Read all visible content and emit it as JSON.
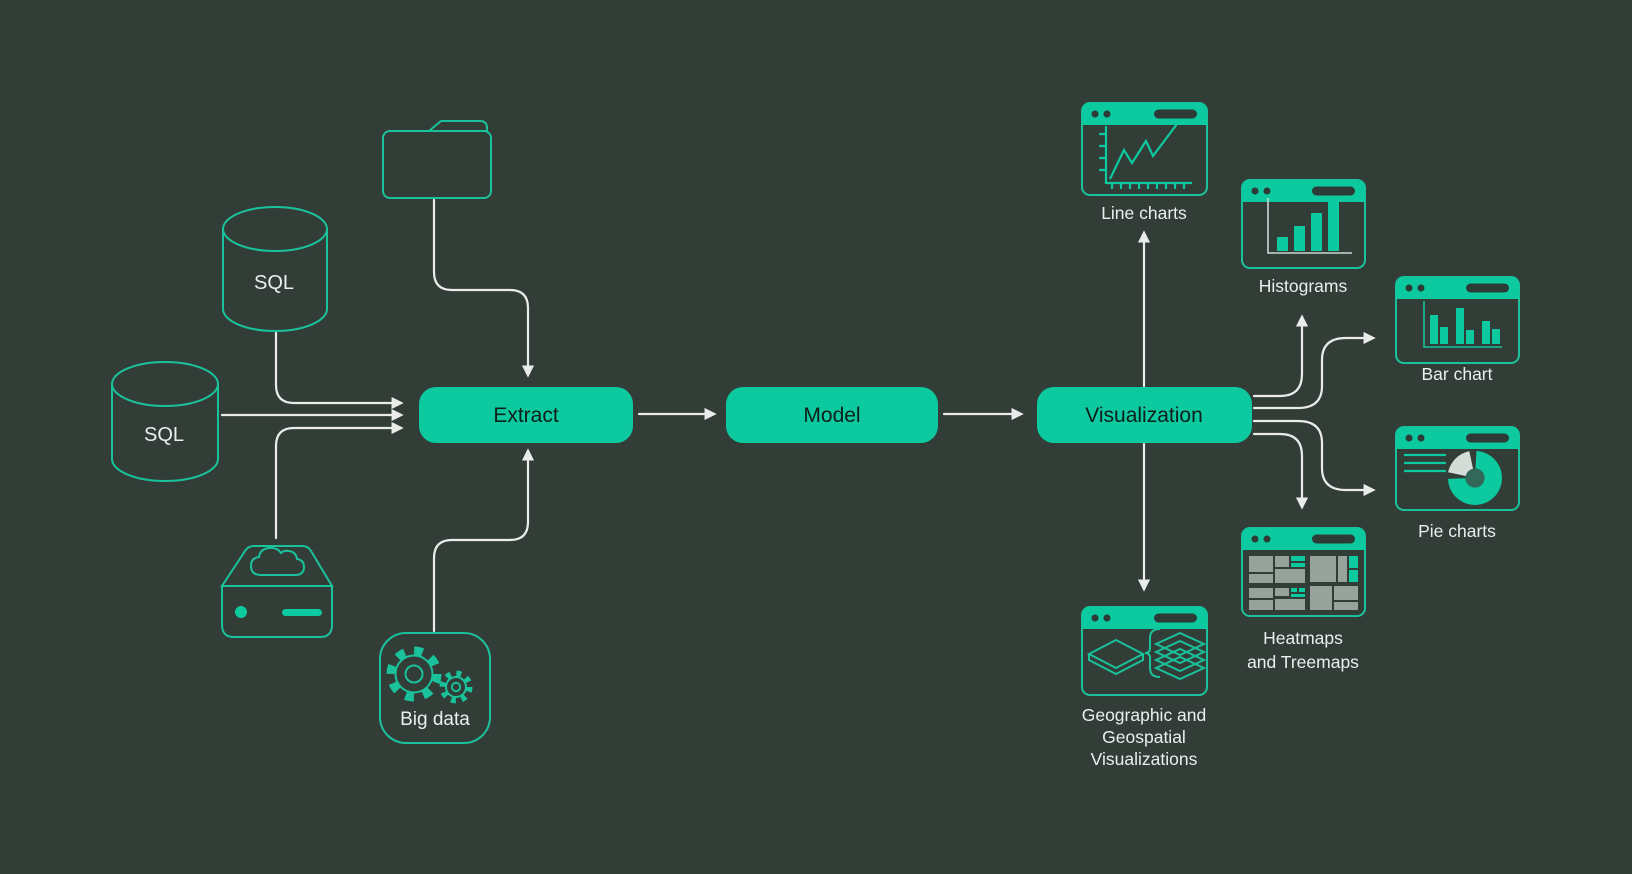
{
  "diagram_type": "data-pipeline-flow",
  "colors": {
    "background": "#333d38",
    "accent": "#0cc9a0",
    "accent-dim": "#1ac29b",
    "arrow": "#e9ece9",
    "label": "#e9efec",
    "button-text": "#0f1e19",
    "chrome": "#2c3b35",
    "tile-gray": "#96a29b",
    "slice-gray": "#d4dcd7"
  },
  "sources": {
    "sql_top": "SQL",
    "sql_left": "SQL",
    "big_data": "Big data"
  },
  "stages": {
    "extract": "Extract",
    "model": "Model",
    "visualization": "Visualization"
  },
  "outputs": {
    "line_charts": "Line charts",
    "histograms": "Histograms",
    "bar_chart": "Bar chart",
    "pie_charts": "Pie charts",
    "heatmaps_line1": "Heatmaps",
    "heatmaps_line2": "and Treemaps",
    "geo_line1": "Geographic and",
    "geo_line2": "Geospatial",
    "geo_line3": "Visualizations"
  },
  "edges": [
    {
      "from": "folder",
      "to": "extract"
    },
    {
      "from": "sql_top",
      "to": "extract"
    },
    {
      "from": "sql_left",
      "to": "extract"
    },
    {
      "from": "cloud_server",
      "to": "extract"
    },
    {
      "from": "big_data",
      "to": "extract"
    },
    {
      "from": "extract",
      "to": "model"
    },
    {
      "from": "model",
      "to": "visualization"
    },
    {
      "from": "visualization",
      "to": "line_charts"
    },
    {
      "from": "visualization",
      "to": "histograms"
    },
    {
      "from": "visualization",
      "to": "bar_chart"
    },
    {
      "from": "visualization",
      "to": "pie_charts"
    },
    {
      "from": "visualization",
      "to": "heatmaps"
    },
    {
      "from": "visualization",
      "to": "geographic"
    }
  ]
}
